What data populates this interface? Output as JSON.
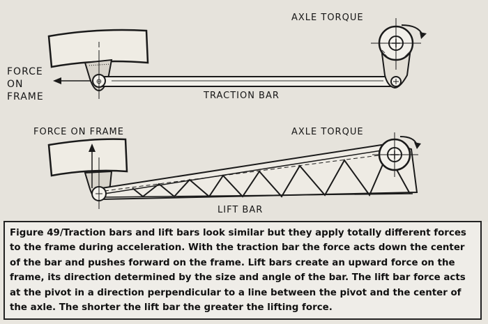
{
  "labels": {
    "axle_torque_top": "AXLE TORQUE",
    "force_on_frame_lines": [
      "FORCE",
      "ON",
      "FRAME"
    ],
    "traction_bar": "TRACTION BAR",
    "force_on_frame_bottom": "FORCE ON FRAME",
    "axle_torque_bottom": "AXLE TORQUE",
    "lift_bar": "LIFT BAR"
  },
  "caption": {
    "lines": [
      "Figure 49/Traction bars and lift bars look similar but they apply totally different forces",
      "to the frame during acceleration. With the traction bar the force acts down the center",
      "of the bar and pushes forward on the frame. Lift bars create an upward force on the",
      "frame, its direction determined by the size and angle of the bar. The lift bar force acts",
      "at the pivot in a direction perpendicular to a line between the pivot and the center of",
      "the axle. The shorter the lift bar the greater the lifting force."
    ]
  }
}
